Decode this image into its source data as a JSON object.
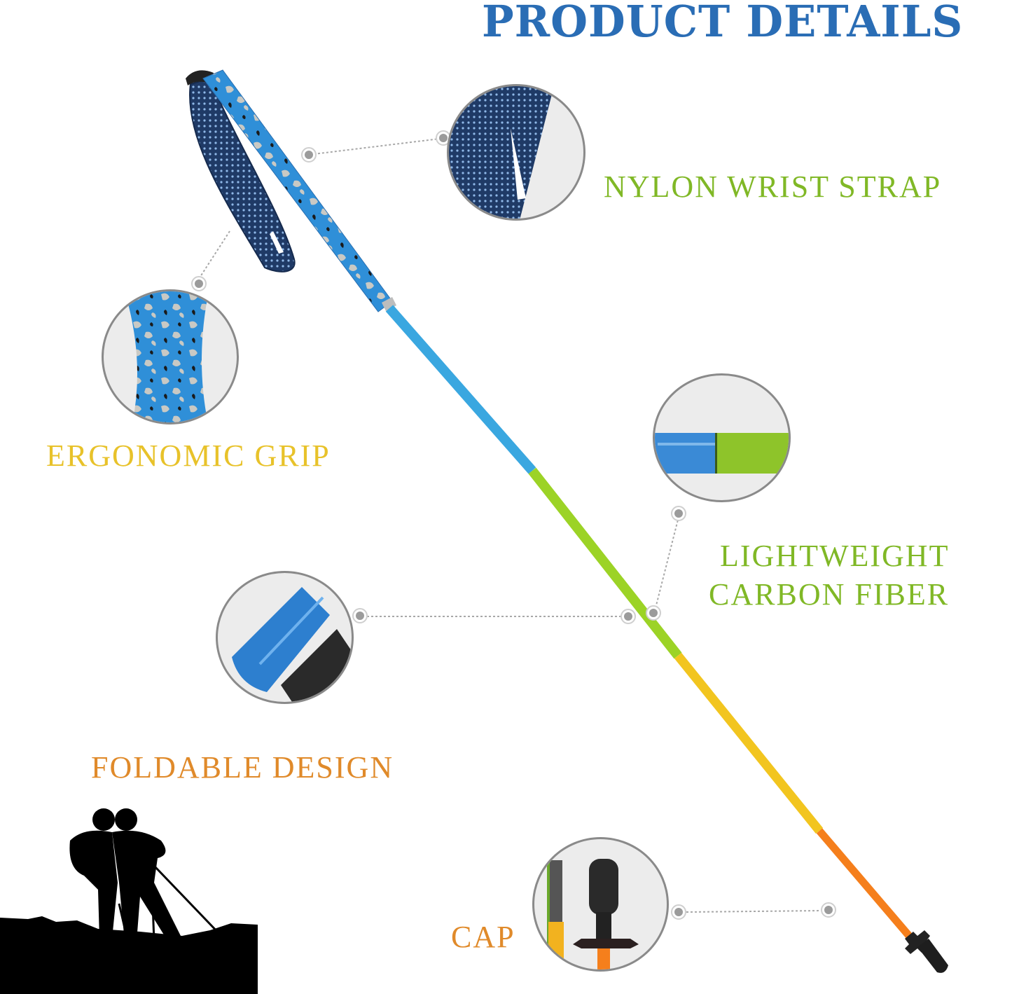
{
  "header": {
    "title": "PRODUCT DETAILS",
    "title_color": "#2a6db5"
  },
  "features": [
    {
      "id": "wrist-strap",
      "label": "NYLON WRIST STRAP",
      "color": "#80b826"
    },
    {
      "id": "grip",
      "label": "ERGONOMIC GRIP",
      "color": "#e8c22a"
    },
    {
      "id": "carbon",
      "line1": "LIGHTWEIGHT",
      "line2": "CARBON FIBER",
      "color": "#80b826"
    },
    {
      "id": "foldable",
      "label": "FOLDABLE DESIGN",
      "color": "#e08a2a"
    },
    {
      "id": "cap",
      "label": "CAP",
      "color": "#e08a2a"
    }
  ],
  "pole": {
    "segments": [
      {
        "name": "blue",
        "color": "#3aa7e0"
      },
      {
        "name": "green",
        "color": "#9cd326"
      },
      {
        "name": "yellow",
        "color": "#f2c51f"
      },
      {
        "name": "orange",
        "color": "#f57f1c"
      }
    ],
    "grip_color": "#2f8fd8",
    "strap_color": "#1f3a66"
  }
}
